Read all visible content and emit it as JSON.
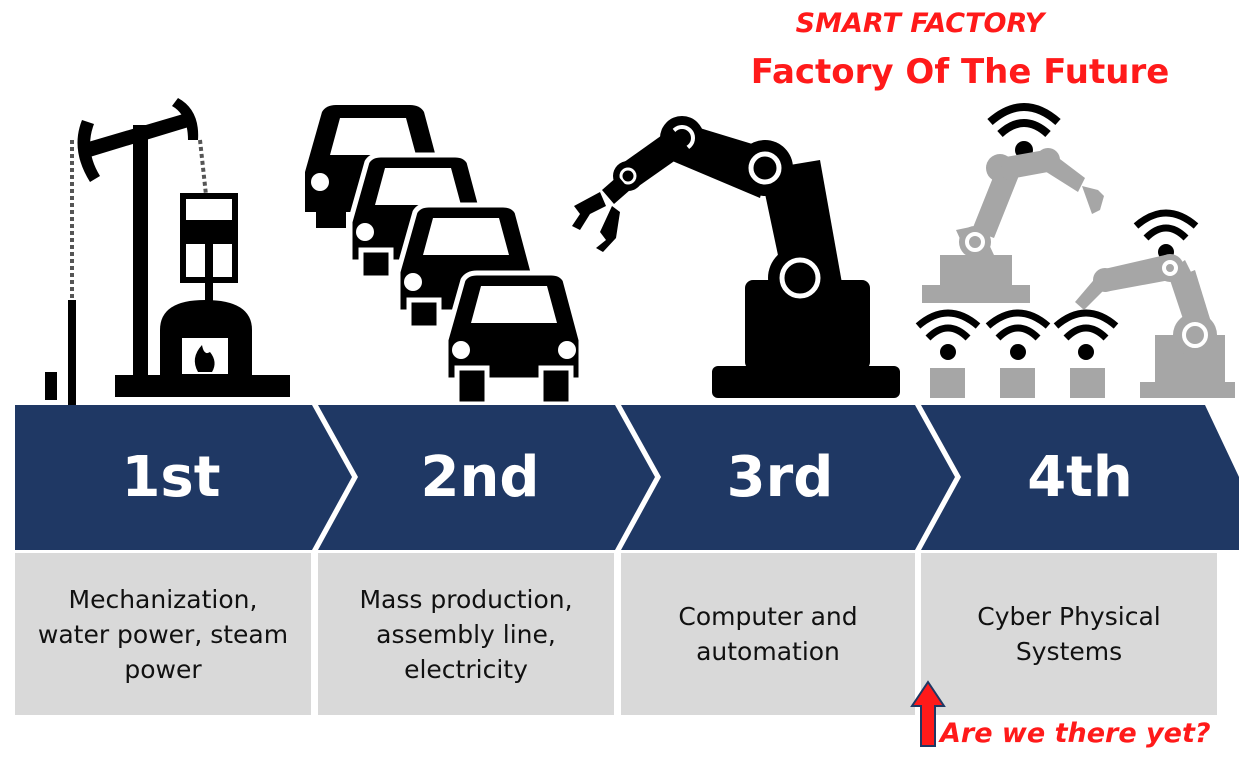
{
  "header": {
    "smart_factory": "SMART FACTORY",
    "factory_future": "Factory Of The Future"
  },
  "stages": [
    {
      "label": "1st",
      "description": "Mechanization,\nwater power, steam\npower",
      "icon": "pump-jack-steam-engine-icon"
    },
    {
      "label": "2nd",
      "description": "Mass production,\nassembly line,\nelectricity",
      "icon": "car-assembly-line-icon"
    },
    {
      "label": "3rd",
      "description": "Computer and\nautomation",
      "icon": "robot-arm-icon"
    },
    {
      "label": "4th",
      "description": "Cyber Physical\nSystems",
      "icon": "connected-robots-wifi-icon"
    }
  ],
  "question": "Are we there yet?",
  "colors": {
    "chevron": "#1f3864",
    "description_bg": "#d9d9d9",
    "accent_red": "#ff1a1a",
    "icon_black": "#000000",
    "icon_gray": "#a6a6a6"
  }
}
